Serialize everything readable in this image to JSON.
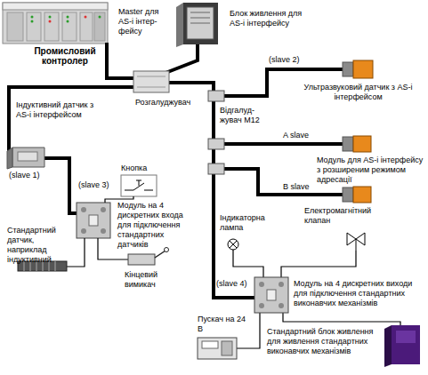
{
  "diagram": {
    "labels": [
      "Master для AS-i інтер-фейсу",
      "Промисловий контролер",
      "Блок живлення для AS-i інтерфейсу",
      "(slave 2)",
      "Ультразвуковий датчик з AS-i інтерфейсом",
      "Розгалуджувач",
      "Індуктивний датчик з AS-i інтерфейсом",
      "Відгалуд-жувач M12",
      "A slave",
      "Модуль для AS-i інтерфейсу з розширеним режимом адресації",
      "(slave 1)",
      "Кнопка",
      "(slave 3)",
      "B slave",
      "Модуль на 4 дискретних входа для підключення стандартних датчиків",
      "Електромагнітний клапан",
      "Індикаторна лампа",
      "Стандартний датчик, наприклад індуктивний",
      "Кінцевий вимикач",
      "(slave 4)",
      "Модуль на 4 дискретних виходи для підключення стандартних виконавчих механізмів",
      "Пускач на 24 В",
      "Стандартний блок живлення для живлення стандартних виконавчих механізмів"
    ]
  }
}
